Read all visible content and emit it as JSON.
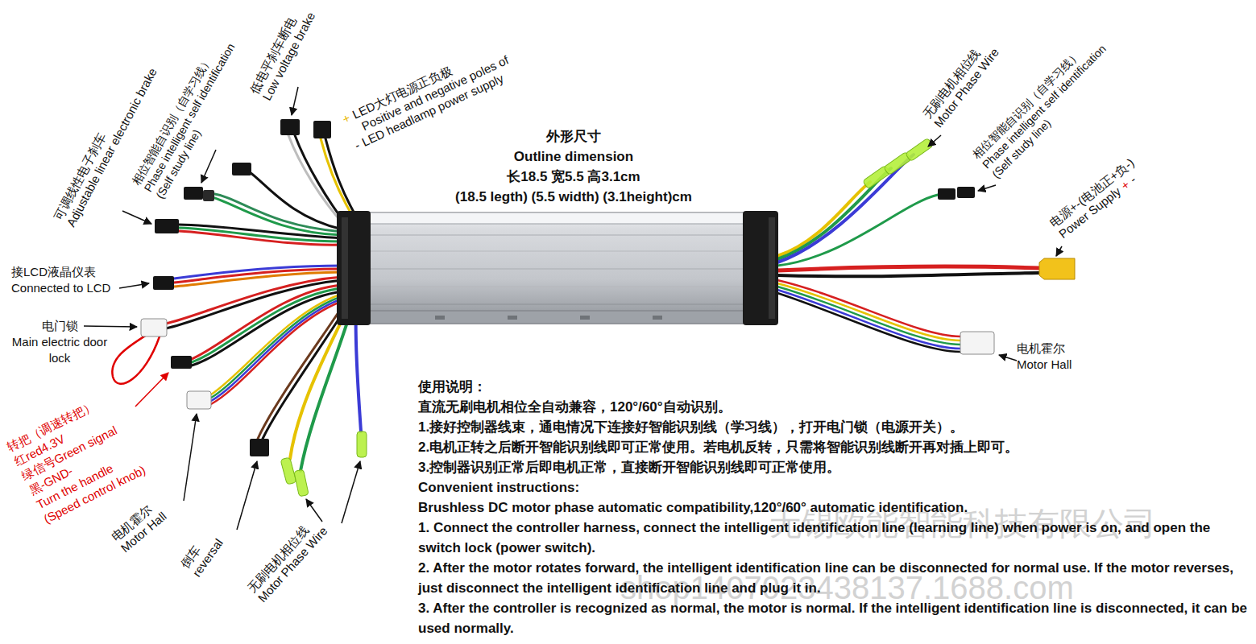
{
  "diagram": {
    "labels": [
      "可调线性电子刹车",
      "Adjustable linear electronic brake",
      "相位智能自识别（自学习线）",
      "Phase intelligent self identification",
      "(Self study line)",
      "低电平刹车断电",
      "Low voltage brake",
      "+",
      "LED大灯电源正负极",
      "Positive and negative poles of",
      "-",
      "LED headlamp power supply",
      "外形尺寸",
      "Outline dimension",
      "长18.5 宽5.5 高3.1cm",
      "(18.5 legth) (5.5 width) (3.1height)cm",
      "无刷电机相位线",
      "Motor Phase Wire",
      "相位智能自识别（自学习线）",
      "Phase intelligent self identification",
      "(Self study line)",
      "电源+-(电池正+负-)",
      "Power Supply",
      "+",
      "-",
      "接LCD液晶仪表",
      "Connected to LCD",
      "电门锁",
      "Main electric door lock",
      "转把（调速转把）",
      "红red4.3V",
      "绿信号Green signal",
      "黑-GND-",
      "Turn the handle",
      "(Speed control knob)",
      "电机霍尔",
      "Motor Hall",
      "倒车",
      "reversal",
      "无刷电机相位线",
      "Motor Phase Wire",
      "电机霍尔",
      "Motor Hall",
      "使用说明：",
      "直流无刷电机相位全自动兼容，120°/60°自动识别。",
      "1.接好控制器线束，通电情况下连接好智能识别线（学习线），打开电门锁（电源开关）。",
      "2.电机正转之后断开智能识别线即可正常使用。若电机反转，只需将智能识别线断开再对插上即可。",
      "3.控制器识别正常后即电机正常，直接断开智能识别线即可正常使用。",
      "Convenient instructions:",
      "Brushless DC motor phase automatic compatibility,120°/60° automatic identification.",
      "1. Connect the controller harness, connect the intelligent identification line (learning line) when power is on, and open the switch lock (power switch).",
      "2. After the motor rotates forward, the intelligent identification line can be disconnected for normal use. If the motor reverses, just disconnect the intelligent identification line and plug it in.",
      "3. After the controller is recognized as normal, the motor is normal. If the intelligent identification line is disconnected, it can be used normally.",
      "无锡欧能智能科技有限公司",
      "shop1407023438137.1688.com"
    ]
  }
}
